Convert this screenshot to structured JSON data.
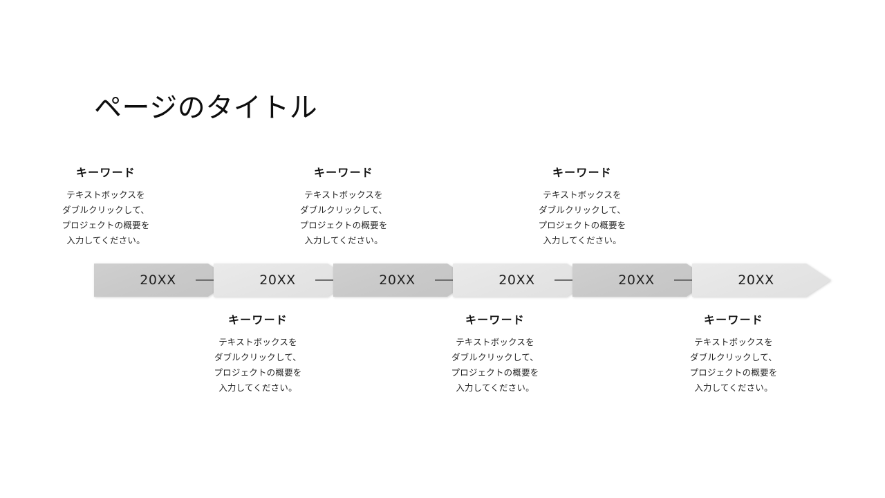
{
  "slide": {
    "title": "ページのタイトル",
    "background_color": "#ffffff"
  },
  "theme": {
    "chevron_dark": "#c9c9c9",
    "chevron_light": "#e5e5e5",
    "connector_color": "#6e6e6e",
    "text_color": "#1a1a1a"
  },
  "timeline": {
    "milestones": [
      {
        "year": "20XX",
        "tone": "dark",
        "position": "above"
      },
      {
        "year": "20XX",
        "tone": "light",
        "position": "below"
      },
      {
        "year": "20XX",
        "tone": "dark",
        "position": "above"
      },
      {
        "year": "20XX",
        "tone": "light",
        "position": "below"
      },
      {
        "year": "20XX",
        "tone": "dark",
        "position": "above"
      },
      {
        "year": "20XX",
        "tone": "light",
        "position": "below"
      }
    ]
  },
  "captions_above": [
    {
      "heading": "キーワード",
      "line1": "テキストボックスを",
      "line2": "ダブルクリックして、",
      "line3": "プロジェクトの概要を",
      "line4": "入力してください。"
    },
    {
      "heading": "キーワード",
      "line1": "テキストボックスを",
      "line2": "ダブルクリックして、",
      "line3": "プロジェクトの概要を",
      "line4": "入力してください。"
    },
    {
      "heading": "キーワード",
      "line1": "テキストボックスを",
      "line2": "ダブルクリックして、",
      "line3": "プロジェクトの概要を",
      "line4": "入力してください。"
    }
  ],
  "captions_below": [
    {
      "heading": "キーワード",
      "line1": "テキストボックスを",
      "line2": "ダブルクリックして、",
      "line3": "プロジェクトの概要を",
      "line4": "入力してください。"
    },
    {
      "heading": "キーワード",
      "line1": "テキストボックスを",
      "line2": "ダブルクリックして、",
      "line3": "プロジェクトの概要を",
      "line4": "入力してください。"
    },
    {
      "heading": "キーワード",
      "line1": "テキストボックスを",
      "line2": "ダブルクリックして、",
      "line3": "プロジェクトの概要を",
      "line4": "入力してください。"
    }
  ]
}
